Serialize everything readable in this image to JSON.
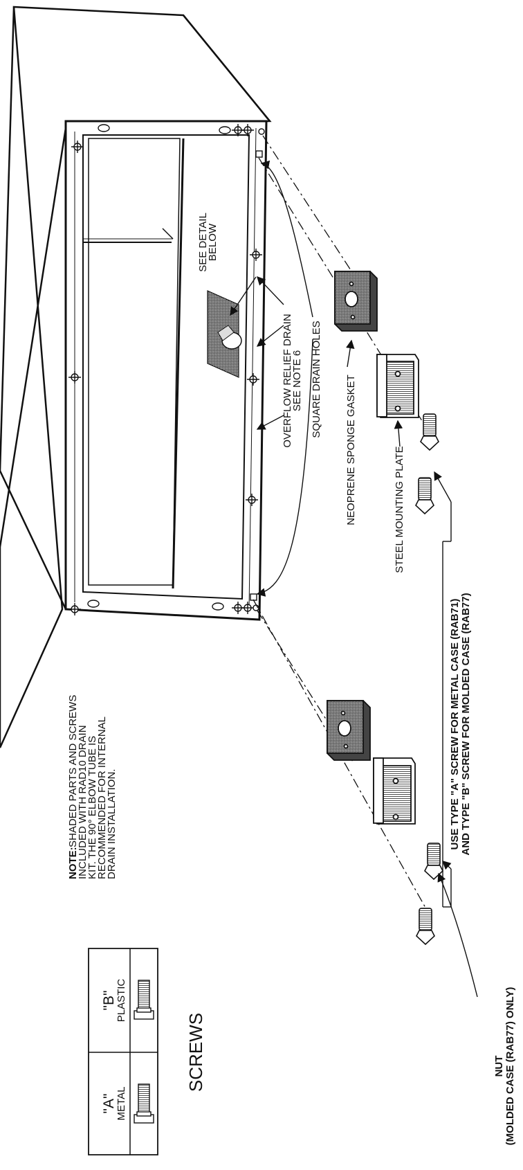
{
  "note": {
    "label": "NOTE:",
    "lines": [
      "SHADED PARTS AND SCREWS",
      "INCLUDED WITH RAD10 DRAIN",
      "KIT. THE 90° ELBOW TUBE IS",
      "RECOMMENDED FOR INTERNAL",
      "DRAIN INSTALLATION."
    ]
  },
  "screws_table": {
    "title": "SCREWS",
    "col_a": {
      "type": "\"A\"",
      "material": "METAL"
    },
    "col_b": {
      "type": "\"B\"",
      "material": "PLASTIC"
    }
  },
  "callouts": {
    "see_detail": [
      "SEE DETAIL",
      "BELOW"
    ],
    "overflow": [
      "OVERFLOW RELIEF DRAIN",
      "SEE NOTE 6"
    ],
    "square_drain": "SQUARE DRAIN HOLES",
    "gasket": "NEOPRENE SPONGE GASKET",
    "plate": "STEEL MOUNTING PLATE",
    "screw_usage": [
      "USE TYPE \"A\" SCREW FOR METAL CASE (RAB71)",
      "AND TYPE \"B\" SCREW FOR MOLDED CASE (RAB77)"
    ],
    "nut": [
      "NUT",
      "(MOLDED CASE (RAB77) ONLY)"
    ]
  }
}
